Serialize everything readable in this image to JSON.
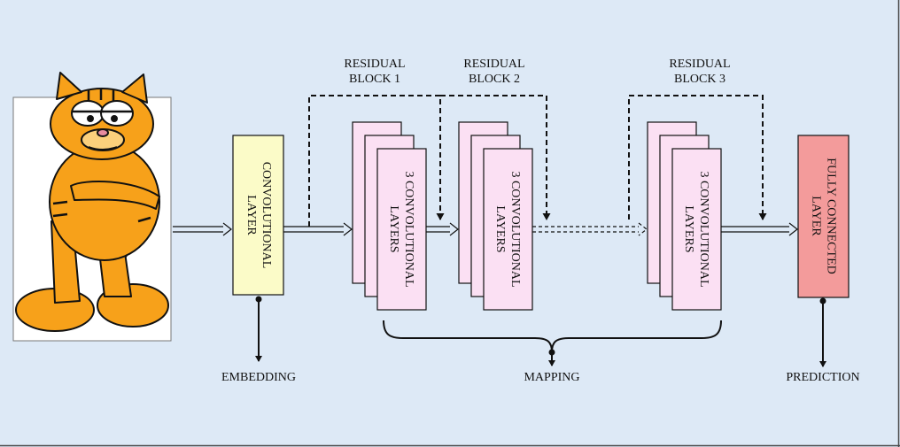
{
  "colors": {
    "canvas": "#dde9f6",
    "frame": "#4a4a4a",
    "embedding_fill": "#fbfbc8",
    "residual_fill": "#fbe0f3",
    "fc_fill": "#f39b9b",
    "cat_orange": "#f7a11a",
    "line": "#111111"
  },
  "input_image": {
    "icon": "garfield-cartoon-icon"
  },
  "layers": {
    "embedding": "CONVOLUTIONAL\nLAYER",
    "block1": "3 CONVOLUTIONAL\nLAYERS",
    "block2": "3 CONVOLUTIONAL\nLAYERS",
    "block3": "3 CONVOLUTIONAL\nLAYERS",
    "fc": "FULLY CONNECTED\nLAYER"
  },
  "block_titles": {
    "b1": "RESIDUAL\nBLOCK 1",
    "b2": "RESIDUAL\nBLOCK 2",
    "b3": "RESIDUAL\nBLOCK 3"
  },
  "outputs": {
    "embedding": "EMBEDDING",
    "mapping": "MAPPING",
    "prediction": "PREDICTION"
  }
}
